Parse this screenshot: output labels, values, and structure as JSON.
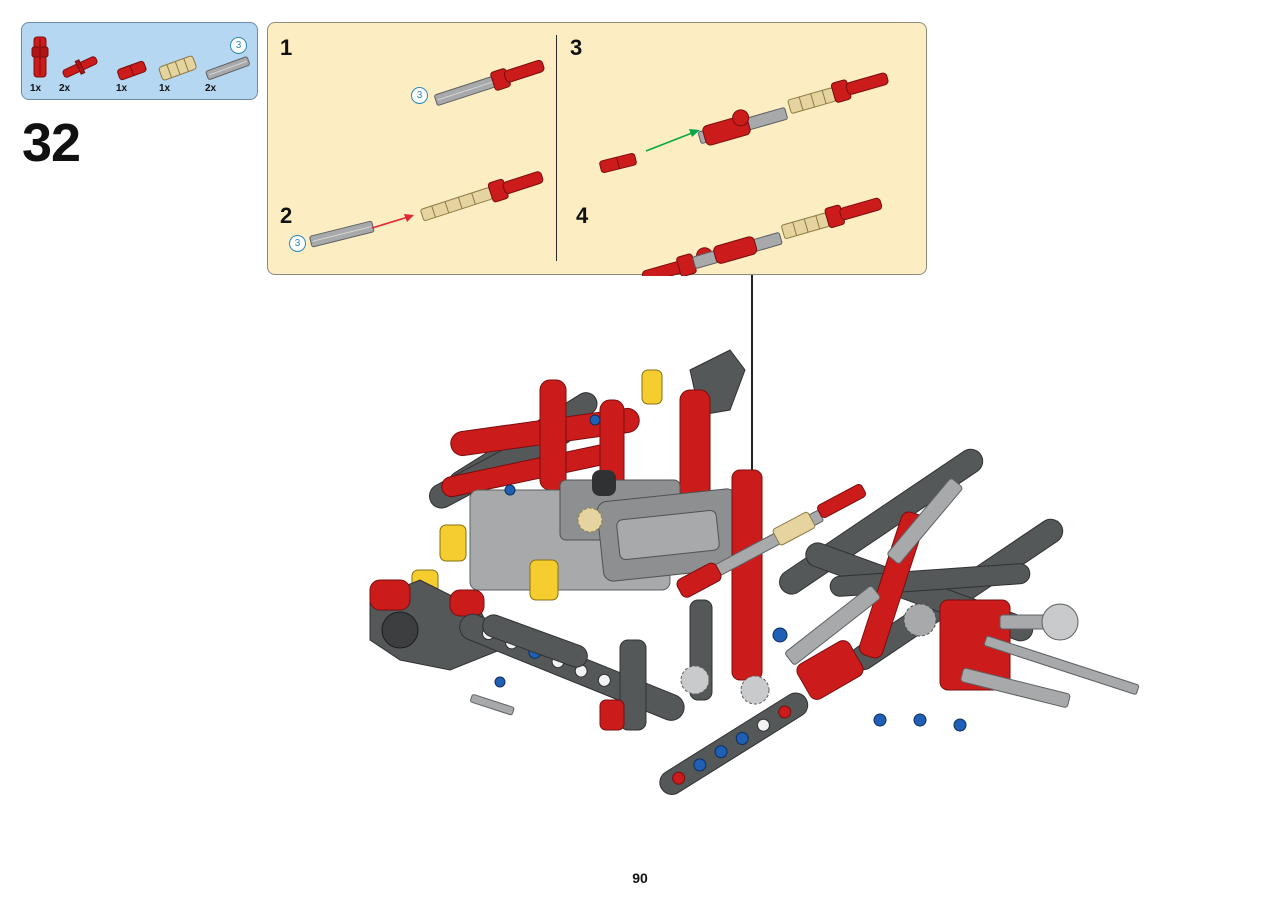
{
  "parts_list": {
    "items": [
      {
        "qty": "1x",
        "part": "red-axle-connector-icon",
        "color": "#cc1b1b"
      },
      {
        "qty": "2x",
        "part": "red-axle-pin-icon",
        "color": "#cc1b1b"
      },
      {
        "qty": "1x",
        "part": "red-axle-joiner-icon",
        "color": "#cc1b1b"
      },
      {
        "qty": "1x",
        "part": "tan-bushing-icon",
        "color": "#e6d4a0"
      },
      {
        "qty": "2x",
        "part": "grey-axle-3-icon",
        "color": "#a7a9ab"
      }
    ],
    "axle_length": "3"
  },
  "step_number": "32",
  "callout": {
    "steps": [
      {
        "number": "1",
        "axle_length": "3"
      },
      {
        "number": "2",
        "axle_length": "3"
      },
      {
        "number": "3"
      },
      {
        "number": "4"
      }
    ]
  },
  "page_number": "90",
  "colors": {
    "parts_panel_bg": "#b5d7f1",
    "callout_bg": "#fcedc2",
    "lego_red": "#cc1b1b",
    "dark_grey": "#555859",
    "light_grey": "#a7a9ab",
    "tan": "#e6d4a0",
    "yellow": "#f5cd2f",
    "blue": "#1f5fb5",
    "arrow_red": "#e0283a",
    "arrow_green": "#0aa64a",
    "circle_blue": "#2d89b4"
  }
}
